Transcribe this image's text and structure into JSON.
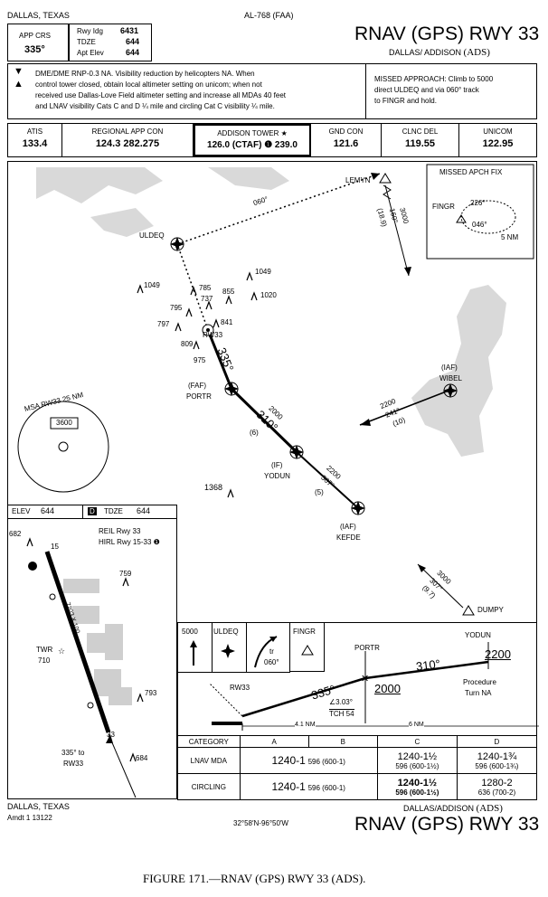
{
  "header": {
    "city": "DALLAS, TEXAS",
    "chart_id": "AL-768 (FAA)",
    "title": "RNAV (GPS) RWY 33",
    "airport": "DALLAS/ ADDISON",
    "airport_id": "(ADS)"
  },
  "briefing": {
    "app_crs_label": "APP CRS",
    "app_crs": "335°",
    "rwy_ldg_label": "Rwy Idg",
    "rwy_ldg": "6431",
    "tdze_label": "TDZE",
    "tdze": "644",
    "apt_elev_label": "Apt Elev",
    "apt_elev": "644"
  },
  "notes": {
    "note1": "DME/DME RNP-0.3 NA.  Visibility reduction by helicopters NA.  When",
    "note2": "control tower closed, obtain local altimeter setting on unicom; when not",
    "note3": "received use Dallas-Love Field altimeter setting and increase all MDAs 40 feet",
    "note4": "and LNAV visibility Cats C and D  ¼  mile and circling Cat C visibility  ¼  mile.",
    "missed1": "MISSED APPROACH:  Climb to 5000",
    "missed2": "direct ULDEQ and via 060° track",
    "missed3": "to FINGR and hold."
  },
  "comms": [
    {
      "label": "ATIS",
      "value": "133.4"
    },
    {
      "label": "REGIONAL APP CON",
      "value": "124.3  282.275"
    },
    {
      "label": "ADDISON TOWER ★",
      "value": "126.0 (CTAF) ❶ 239.0"
    },
    {
      "label": "GND CON",
      "value": "121.6"
    },
    {
      "label": "CLNC DEL",
      "value": "119.55"
    },
    {
      "label": "UNICOM",
      "value": "122.95"
    }
  ],
  "plan": {
    "missed_fix_title": "MISSED APCH FIX",
    "fingr": "FINGR",
    "hold_in": "226°",
    "hold_out": "046°",
    "hold_leg": "5 NM",
    "lemyn": "LEMYN",
    "lemyn_alt": "3000",
    "lemyn_crs": "160°",
    "lemyn_dist": "(18.9)",
    "uldeq": "ULDEQ",
    "missed_track": "060°",
    "rw33": "RW33",
    "crs335": "335°",
    "faf_tag": "(FAF)",
    "portr": "PORTR",
    "crs310": "310°",
    "seg_alt_1": "2000",
    "seg_dist_1": "(6)",
    "if_tag": "(IF)",
    "yodun": "YODUN",
    "seg_alt_2": "2200",
    "seg_crs_2": "307°",
    "seg_dist_2": "(5)",
    "iaf_tag_kefde": "(IAF)",
    "kefde": "KEFDE",
    "iaf_tag_wibel": "(IAF)",
    "wibel": "WIBEL",
    "wibel_alt": "2200",
    "wibel_crs": "241°",
    "wibel_dist": "(10)",
    "dumpy": "DUMPY",
    "dumpy_alt": "3000",
    "dumpy_crs": "307°",
    "dumpy_dist": "(9.7)",
    "msa_title": "MSA RW33 25 NM",
    "msa_alt": "3600",
    "obs_1049a": "1049",
    "obs_1049b": "1049",
    "obs_785": "785",
    "obs_737": "737",
    "obs_855": "855",
    "obs_1020": "1020",
    "obs_795": "795",
    "obs_797": "797",
    "obs_841": "841",
    "obs_809": "809",
    "obs_975": "975",
    "obs_1368": "1368"
  },
  "airport": {
    "elev_label": "ELEV",
    "elev": "644",
    "tdze_tag": "D",
    "tdze_label": "TDZE",
    "tdze": "644",
    "reil": "REIL Rwy 33",
    "hirl": "HIRL Rwy 15-33",
    "hirl_sym": "❶",
    "obs_682": "682",
    "obs_759": "759",
    "obs_793": "793",
    "obs_684": "684",
    "twr": "TWR",
    "twr_elev": "710",
    "rwy_dims": "7203 X 100",
    "rwy_15": "15",
    "rwy_33": "33",
    "approach_note": "335° to",
    "approach_note2": "RW33"
  },
  "profile": {
    "alt5000": "5000",
    "uldeq": "ULDEQ",
    "tr": "tr",
    "tr_crs": "060°",
    "fingr": "FINGR",
    "portr": "PORTR",
    "yodun": "YODUN",
    "alt2200": "2200",
    "alt2000": "2000",
    "crs310": "310°",
    "crs335": "335°",
    "rw33": "RW33",
    "gpa": "3.03°",
    "tch": "TCH 54",
    "proc_turn": "Procedure",
    "proc_turn2": "Turn NA",
    "dist1": "4.1 NM",
    "dist2": "6 NM"
  },
  "minimums": {
    "category": "CATEGORY",
    "cats": [
      "A",
      "B",
      "C",
      "D"
    ],
    "lnav_label": "LNAV  MDA",
    "lnav_ab": "1240-1",
    "lnav_ab_hat": "596 (600-1)",
    "lnav_c": "1240-1½",
    "lnav_c_hat": "596 (600-1½)",
    "lnav_d": "1240-1¾",
    "lnav_d_hat": "596 (600-1¾)",
    "circ_label": "CIRCLING",
    "circ_ab": "1240-1",
    "circ_ab_hat": "596 (600-1)",
    "circ_c": "1240-1½",
    "circ_c_hat": "596 (600-1½)",
    "circ_d": "1280-2",
    "circ_d_hat": "636 (700-2)"
  },
  "footer": {
    "city": "DALLAS, TEXAS",
    "amdt": "Amdt 1  13122",
    "coords": "32°58′N-96°50′W",
    "airport": "DALLAS/ADDISON",
    "airport_id": "(ADS)",
    "title": "RNAV (GPS) RWY 33"
  },
  "caption": "FIGURE 171.—RNAV (GPS) RWY 33 (ADS)."
}
